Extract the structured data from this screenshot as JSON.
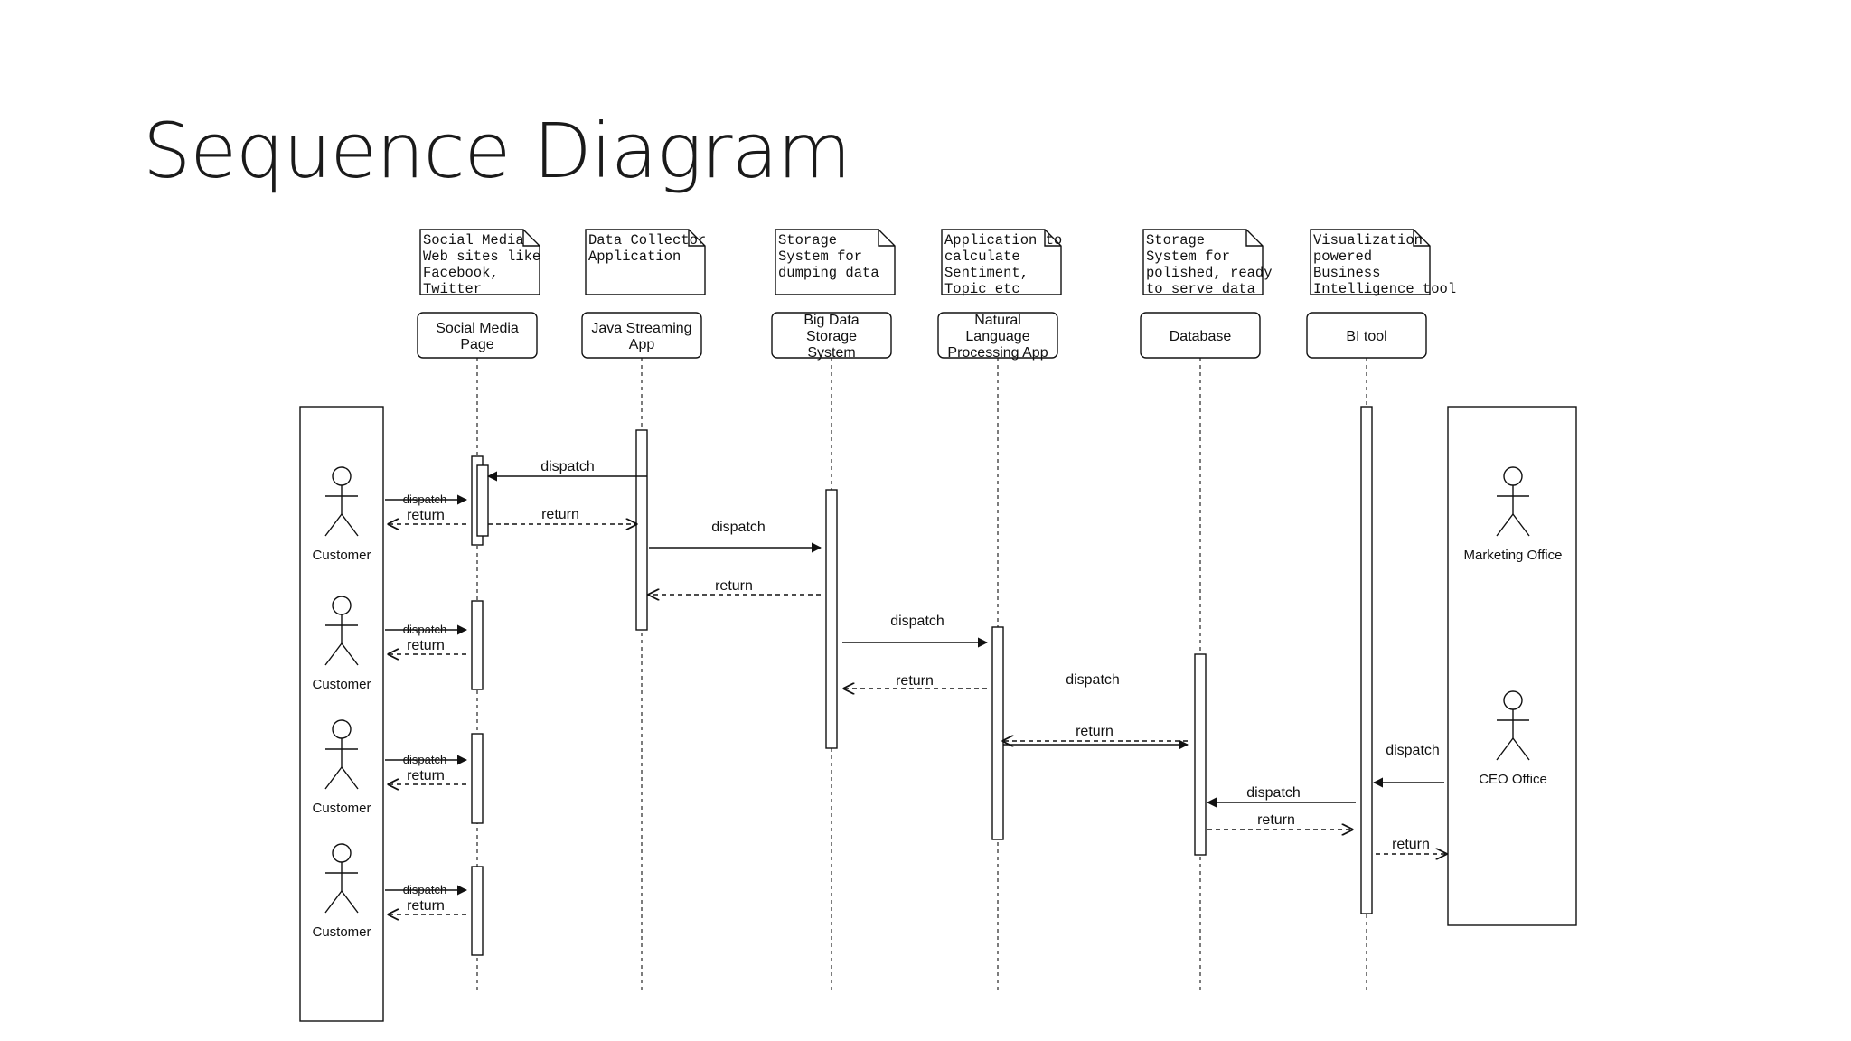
{
  "title": "Sequence Diagram",
  "notes": [
    [
      "Social Media",
      "Web sites like",
      "Facebook,",
      "Twitter"
    ],
    [
      "Data Collector",
      "Application"
    ],
    [
      "Storage",
      "System for",
      "dumping data"
    ],
    [
      "Application to",
      "calculate",
      "Sentiment,",
      "Topic etc"
    ],
    [
      "Storage",
      "System for",
      "polished, ready",
      "to serve data"
    ],
    [
      "Visualization",
      "powered",
      "Business",
      "Intelligence tool"
    ]
  ],
  "lifelines": [
    [
      "Social Media",
      "Page"
    ],
    [
      "Java Streaming",
      "App"
    ],
    [
      "Big Data",
      "Storage",
      "System"
    ],
    [
      "Natural",
      "Language",
      "Processing App"
    ],
    [
      "Database"
    ],
    [
      "BI tool"
    ]
  ],
  "actors": {
    "customer": "Customer",
    "marketing": "Marketing Office",
    "ceo": "CEO Office"
  },
  "messages": {
    "dispatch": "dispatch",
    "return": "return"
  }
}
